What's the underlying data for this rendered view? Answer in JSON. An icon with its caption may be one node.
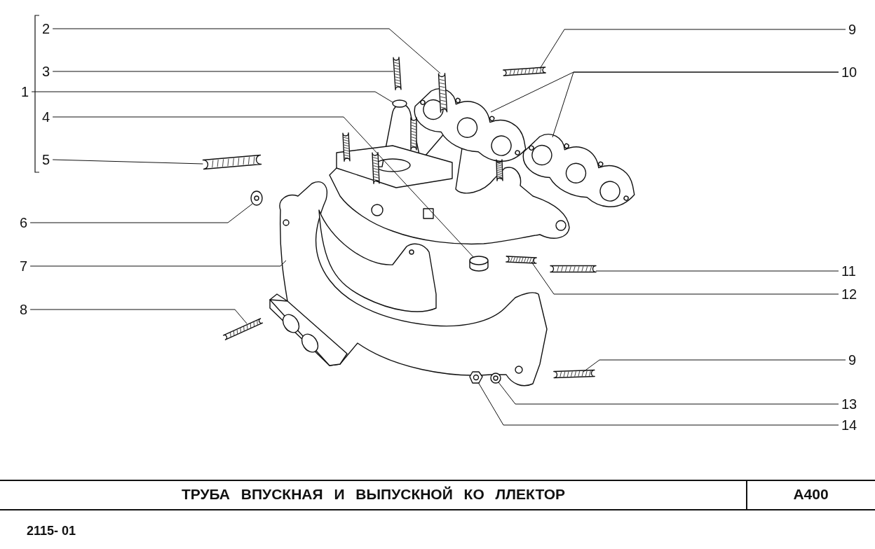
{
  "diagram": {
    "title": "ТРУБА ВПУСКНАЯ И ВЫПУСКНОЙ КО ЛЛЕКТОР",
    "nodes": [
      {
        "text": [
          "2"
        ]
      },
      {
        "text": [
          "3"
        ]
      },
      {
        "text": [
          "1"
        ]
      },
      {
        "text": [
          "4"
        ]
      },
      {
        "text": [
          "5"
        ]
      },
      {
        "text": [
          "6"
        ]
      },
      {
        "text": [
          "7"
        ]
      },
      {
        "text": [
          "8"
        ]
      },
      {
        "text": [
          "9"
        ]
      },
      {
        "text": [
          "10"
        ]
      },
      {
        "text": [
          "11"
        ]
      },
      {
        "text": [
          "12"
        ]
      },
      {
        "text": [
          "9"
        ]
      },
      {
        "text": [
          "13"
        ]
      },
      {
        "text": [
          "14"
        ]
      },
      {
        "text": [],
        "shape": "picture"
      },
      {
        "text": [],
        "shape": "picture"
      },
      {
        "text": [],
        "shape": "picture"
      },
      {
        "text": [],
        "shape": "picture"
      },
      {
        "text": [],
        "shape": "picture"
      },
      {
        "text": [],
        "shape": "picture"
      },
      {
        "text": [],
        "shape": "picture"
      },
      {
        "text": [],
        "shape": "picture"
      },
      {
        "text": [],
        "shape": "picture"
      },
      {
        "text": [],
        "shape": "cylinder"
      },
      {
        "text": [],
        "shape": "picture"
      },
      {
        "text": [],
        "shape": "picture"
      },
      {
        "text": [],
        "shape": "picture"
      },
      {
        "text": [],
        "shape": "picture"
      },
      {
        "text": [],
        "shape": "picture"
      },
      {
        "text": [],
        "shape": "picture"
      }
    ],
    "edges": [
      {
        "from": 0,
        "to": 22,
        "arrow": "none"
      },
      {
        "from": 1,
        "to": 20,
        "arrow": "none"
      },
      {
        "from": 2,
        "to": 19,
        "arrow": "none"
      },
      {
        "from": 3,
        "to": 24,
        "arrow": "none"
      },
      {
        "from": 4,
        "to": 15,
        "arrow": "none"
      },
      {
        "from": 5,
        "to": 17,
        "arrow": "none"
      },
      {
        "from": 6,
        "to": 18,
        "arrow": "none"
      },
      {
        "from": 7,
        "to": 16,
        "arrow": "none"
      },
      {
        "from": 8,
        "to": 26,
        "arrow": "none"
      },
      {
        "from": 9,
        "to": 21,
        "arrow": "none"
      },
      {
        "from": 9,
        "to": 28,
        "arrow": "none"
      },
      {
        "from": 10,
        "to": 29,
        "arrow": "none"
      },
      {
        "from": 11,
        "to": 27,
        "arrow": "none"
      },
      {
        "from": 12,
        "to": 30,
        "arrow": "none"
      },
      {
        "from": 13,
        "to": 25,
        "arrow": "none"
      },
      {
        "from": 14,
        "to": 23,
        "arrow": "none"
      }
    ],
    "labels": [
      "A400",
      "2115- 01"
    ]
  }
}
